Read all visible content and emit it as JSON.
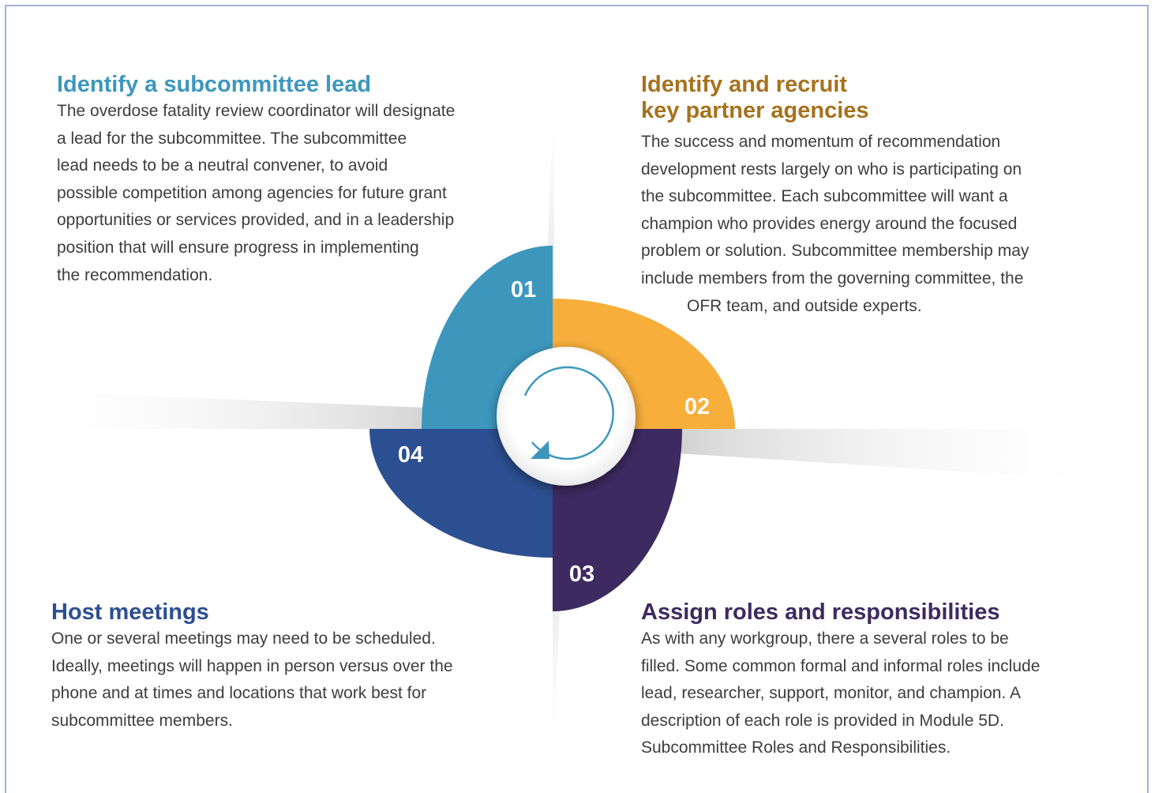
{
  "steps": [
    {
      "number": "01",
      "title_lines": [
        "Identify a subcommittee lead"
      ],
      "body_lines": [
        "The overdose fatality review coordinator will designate",
        "a lead for the subcommittee.  The subcommittee",
        "lead needs to be a neutral convener, to avoid",
        "possible competition among agencies for future grant",
        "opportunities or services provided, and in a leadership",
        "position that will ensure progress in implementing",
        "the recommendation."
      ],
      "color": "#3d97bd"
    },
    {
      "number": "02",
      "title_lines": [
        "Identify and recruit",
        "key partner agencies"
      ],
      "body_lines": [
        "The success and momentum of recommendation",
        "development rests largely on who is participating on",
        "the subcommittee.  Each subcommittee will want a",
        "champion who provides energy around the focused",
        "problem or solution.  Subcommittee membership may",
        "include members from the governing committee, the",
        "OFR team, and outside experts."
      ],
      "color": "#f7ae3b",
      "title_color": "#a6721d"
    },
    {
      "number": "03",
      "title_lines": [
        "Assign roles and responsibilities"
      ],
      "body_lines": [
        "As with any workgroup, there a several roles to be",
        "filled.  Some common formal and informal roles include",
        "lead, researcher, support, monitor, and champion.  A",
        "description of each role is provided in Module 5D.",
        "Subcommittee Roles and Responsibilities."
      ],
      "color": "#3d2a61"
    },
    {
      "number": "04",
      "title_lines": [
        "Host meetings"
      ],
      "body_lines": [
        "One or several meetings may need to be scheduled.",
        "Ideally, meetings will happen in person versus over the",
        "phone and at times and locations that work best for",
        "subcommittee members."
      ],
      "color": "#2c4f91"
    }
  ],
  "center_icon": "cycle-arrow-icon",
  "arrow_color": "#3d97bd"
}
